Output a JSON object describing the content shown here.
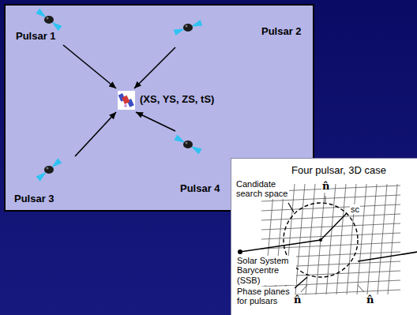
{
  "diagram": {
    "nodes": [
      {
        "text": [
          "Pulsar 1"
        ]
      },
      {
        "text": [
          "Pulsar 2"
        ]
      },
      {
        "text": [
          "(XS, YS, ZS, tS)"
        ]
      },
      {
        "text": [
          "Pulsar 3"
        ]
      },
      {
        "text": [
          "Pulsar 4"
        ]
      },
      {
        "text": [
          "Four pulsar, 3D case"
        ]
      }
    ],
    "edges": [
      {
        "from": 0,
        "to": 2,
        "arrow": "to"
      },
      {
        "from": 1,
        "to": 2,
        "arrow": "to"
      },
      {
        "from": 3,
        "to": 2,
        "arrow": "to"
      },
      {
        "from": 4,
        "to": 2,
        "arrow": "to"
      }
    ],
    "labels": [
      "Candidate search space",
      "sc",
      "Solar System Barycentre (SSB)",
      "Phase planes for pulsars",
      "n̂",
      "n̂",
      "n̂"
    ]
  }
}
